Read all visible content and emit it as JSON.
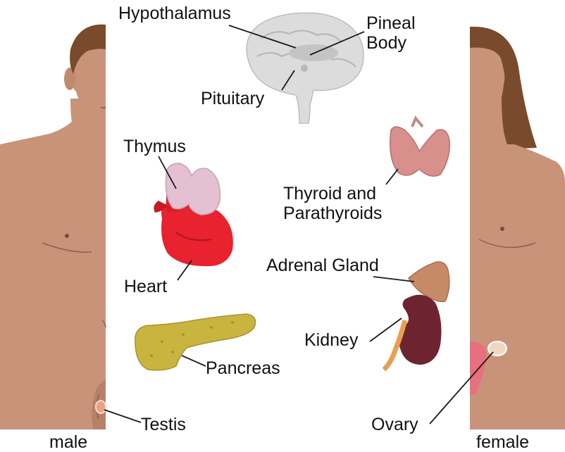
{
  "labels": {
    "hypothalamus": "Hypothalamus",
    "pineal_line1": "Pineal",
    "pineal_line2": "Body",
    "pituitary": "Pituitary",
    "thymus": "Thymus",
    "thyroid_line1": "Thyroid and",
    "thyroid_line2": "Parathyroids",
    "heart": "Heart",
    "adrenal": "Adrenal Gland",
    "kidney": "Kidney",
    "pancreas": "Pancreas",
    "testis": "Testis",
    "ovary": "Ovary",
    "male": "male",
    "female": "female"
  },
  "colors": {
    "skin": "#c99379",
    "skin_shadow": "#a6735b",
    "male_hair": "#7a4a2c",
    "female_hair": "#7a4a2c",
    "heart": "#e8222e",
    "thymus": "#e4c0d2",
    "pancreas": "#c9b43f",
    "kidney": "#6e2430",
    "adrenal": "#c78a68",
    "thyroid": "#d8908c",
    "brain": "#d8d8d8"
  }
}
